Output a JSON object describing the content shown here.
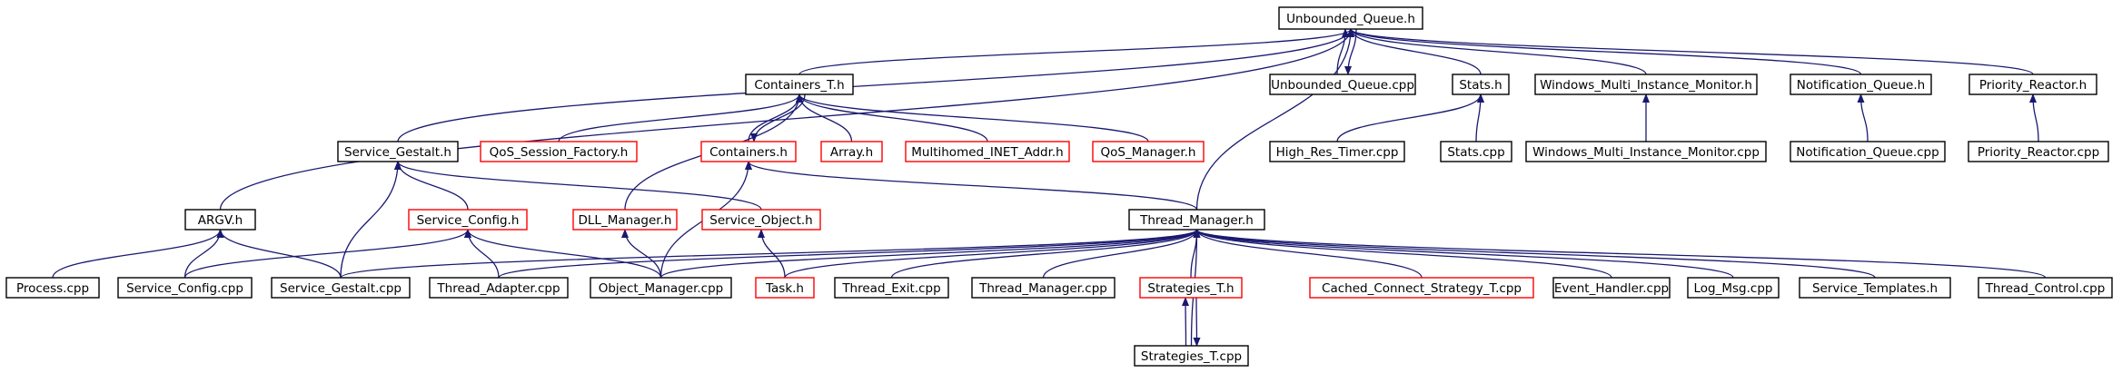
{
  "graph": {
    "colors": {
      "edge": "#191970",
      "root_fill": "#bfbfbf",
      "border_normal": "#000000",
      "border_truncated": "#ff0000",
      "text": "#000000"
    },
    "nodes": [
      {
        "id": "root",
        "label": "Unbounded_Queue.h",
        "style": "root"
      },
      {
        "id": "containers_t_h",
        "label": "Containers_T.h",
        "style": "normal"
      },
      {
        "id": "unbounded_queue_cpp",
        "label": "Unbounded_Queue.cpp",
        "style": "normal"
      },
      {
        "id": "stats_h",
        "label": "Stats.h",
        "style": "normal"
      },
      {
        "id": "wmim_h",
        "label": "Windows_Multi_Instance_Monitor.h",
        "style": "normal"
      },
      {
        "id": "notification_queue_h",
        "label": "Notification_Queue.h",
        "style": "normal"
      },
      {
        "id": "priority_reactor_h",
        "label": "Priority_Reactor.h",
        "style": "normal"
      },
      {
        "id": "service_gestalt_h",
        "label": "Service_Gestalt.h",
        "style": "normal"
      },
      {
        "id": "qos_session_factory_h",
        "label": "QoS_Session_Factory.h",
        "style": "truncated"
      },
      {
        "id": "containers_h",
        "label": "Containers.h",
        "style": "truncated"
      },
      {
        "id": "array_h",
        "label": "Array.h",
        "style": "truncated"
      },
      {
        "id": "multihomed_h",
        "label": "Multihomed_INET_Addr.h",
        "style": "truncated"
      },
      {
        "id": "qos_manager_h",
        "label": "QoS_Manager.h",
        "style": "truncated"
      },
      {
        "id": "high_res_timer_cpp",
        "label": "High_Res_Timer.cpp",
        "style": "normal"
      },
      {
        "id": "stats_cpp",
        "label": "Stats.cpp",
        "style": "normal"
      },
      {
        "id": "wmim_cpp",
        "label": "Windows_Multi_Instance_Monitor.cpp",
        "style": "normal"
      },
      {
        "id": "notification_queue_cpp",
        "label": "Notification_Queue.cpp",
        "style": "normal"
      },
      {
        "id": "priority_reactor_cpp",
        "label": "Priority_Reactor.cpp",
        "style": "normal"
      },
      {
        "id": "argv_h",
        "label": "ARGV.h",
        "style": "normal"
      },
      {
        "id": "service_config_h",
        "label": "Service_Config.h",
        "style": "truncated"
      },
      {
        "id": "dll_manager_h",
        "label": "DLL_Manager.h",
        "style": "truncated"
      },
      {
        "id": "service_object_h",
        "label": "Service_Object.h",
        "style": "truncated"
      },
      {
        "id": "thread_manager_h",
        "label": "Thread_Manager.h",
        "style": "normal"
      },
      {
        "id": "process_cpp",
        "label": "Process.cpp",
        "style": "normal"
      },
      {
        "id": "service_config_cpp",
        "label": "Service_Config.cpp",
        "style": "normal"
      },
      {
        "id": "service_gestalt_cpp",
        "label": "Service_Gestalt.cpp",
        "style": "normal"
      },
      {
        "id": "thread_adapter_cpp",
        "label": "Thread_Adapter.cpp",
        "style": "normal"
      },
      {
        "id": "object_manager_cpp",
        "label": "Object_Manager.cpp",
        "style": "normal"
      },
      {
        "id": "task_h",
        "label": "Task.h",
        "style": "truncated"
      },
      {
        "id": "thread_exit_cpp",
        "label": "Thread_Exit.cpp",
        "style": "normal"
      },
      {
        "id": "thread_manager_cpp",
        "label": "Thread_Manager.cpp",
        "style": "normal"
      },
      {
        "id": "strategies_t_h",
        "label": "Strategies_T.h",
        "style": "truncated"
      },
      {
        "id": "cached_connect_cpp",
        "label": "Cached_Connect_Strategy_T.cpp",
        "style": "truncated"
      },
      {
        "id": "event_handler_cpp",
        "label": "Event_Handler.cpp",
        "style": "normal"
      },
      {
        "id": "log_msg_cpp",
        "label": "Log_Msg.cpp",
        "style": "normal"
      },
      {
        "id": "service_templates_h",
        "label": "Service_Templates.h",
        "style": "normal"
      },
      {
        "id": "thread_control_cpp",
        "label": "Thread_Control.cpp",
        "style": "normal"
      },
      {
        "id": "strategies_t_cpp",
        "label": "Strategies_T.cpp",
        "style": "normal"
      }
    ],
    "edges": [
      {
        "from": "containers_t_h",
        "to": "root"
      },
      {
        "from": "unbounded_queue_cpp",
        "to": "root"
      },
      {
        "from": "stats_h",
        "to": "root"
      },
      {
        "from": "wmim_h",
        "to": "root"
      },
      {
        "from": "notification_queue_h",
        "to": "root"
      },
      {
        "from": "priority_reactor_h",
        "to": "root"
      },
      {
        "from": "service_gestalt_h",
        "to": "root"
      },
      {
        "from": "argv_h",
        "to": "root"
      },
      {
        "from": "thread_manager_h",
        "to": "root"
      },
      {
        "from": "root",
        "to": "unbounded_queue_cpp"
      },
      {
        "from": "qos_session_factory_h",
        "to": "containers_t_h"
      },
      {
        "from": "containers_h",
        "to": "containers_t_h"
      },
      {
        "from": "array_h",
        "to": "containers_t_h"
      },
      {
        "from": "multihomed_h",
        "to": "containers_t_h"
      },
      {
        "from": "qos_manager_h",
        "to": "containers_t_h"
      },
      {
        "from": "dll_manager_h",
        "to": "containers_t_h"
      },
      {
        "from": "containers_t_h",
        "to": "containers_h"
      },
      {
        "from": "thread_manager_h",
        "to": "containers_h"
      },
      {
        "from": "object_manager_cpp",
        "to": "containers_h"
      },
      {
        "from": "high_res_timer_cpp",
        "to": "stats_h"
      },
      {
        "from": "stats_cpp",
        "to": "stats_h"
      },
      {
        "from": "wmim_cpp",
        "to": "wmim_h"
      },
      {
        "from": "notification_queue_cpp",
        "to": "notification_queue_h"
      },
      {
        "from": "priority_reactor_cpp",
        "to": "priority_reactor_h"
      },
      {
        "from": "service_config_h",
        "to": "service_gestalt_h"
      },
      {
        "from": "service_object_h",
        "to": "service_gestalt_h"
      },
      {
        "from": "service_gestalt_cpp",
        "to": "service_gestalt_h"
      },
      {
        "from": "process_cpp",
        "to": "argv_h"
      },
      {
        "from": "service_config_cpp",
        "to": "argv_h"
      },
      {
        "from": "service_gestalt_cpp",
        "to": "argv_h"
      },
      {
        "from": "service_config_cpp",
        "to": "service_config_h"
      },
      {
        "from": "thread_adapter_cpp",
        "to": "service_config_h"
      },
      {
        "from": "object_manager_cpp",
        "to": "service_config_h"
      },
      {
        "from": "object_manager_cpp",
        "to": "dll_manager_h"
      },
      {
        "from": "task_h",
        "to": "service_object_h"
      },
      {
        "from": "service_gestalt_cpp",
        "to": "thread_manager_h"
      },
      {
        "from": "thread_adapter_cpp",
        "to": "thread_manager_h"
      },
      {
        "from": "object_manager_cpp",
        "to": "thread_manager_h"
      },
      {
        "from": "task_h",
        "to": "thread_manager_h"
      },
      {
        "from": "thread_exit_cpp",
        "to": "thread_manager_h"
      },
      {
        "from": "thread_manager_cpp",
        "to": "thread_manager_h"
      },
      {
        "from": "strategies_t_h",
        "to": "thread_manager_h"
      },
      {
        "from": "strategies_t_cpp",
        "to": "thread_manager_h"
      },
      {
        "from": "cached_connect_cpp",
        "to": "thread_manager_h"
      },
      {
        "from": "event_handler_cpp",
        "to": "thread_manager_h"
      },
      {
        "from": "log_msg_cpp",
        "to": "thread_manager_h"
      },
      {
        "from": "service_templates_h",
        "to": "thread_manager_h"
      },
      {
        "from": "thread_control_cpp",
        "to": "thread_manager_h"
      },
      {
        "from": "strategies_t_cpp",
        "to": "strategies_t_h"
      },
      {
        "from": "strategies_t_h",
        "to": "strategies_t_cpp"
      }
    ]
  }
}
